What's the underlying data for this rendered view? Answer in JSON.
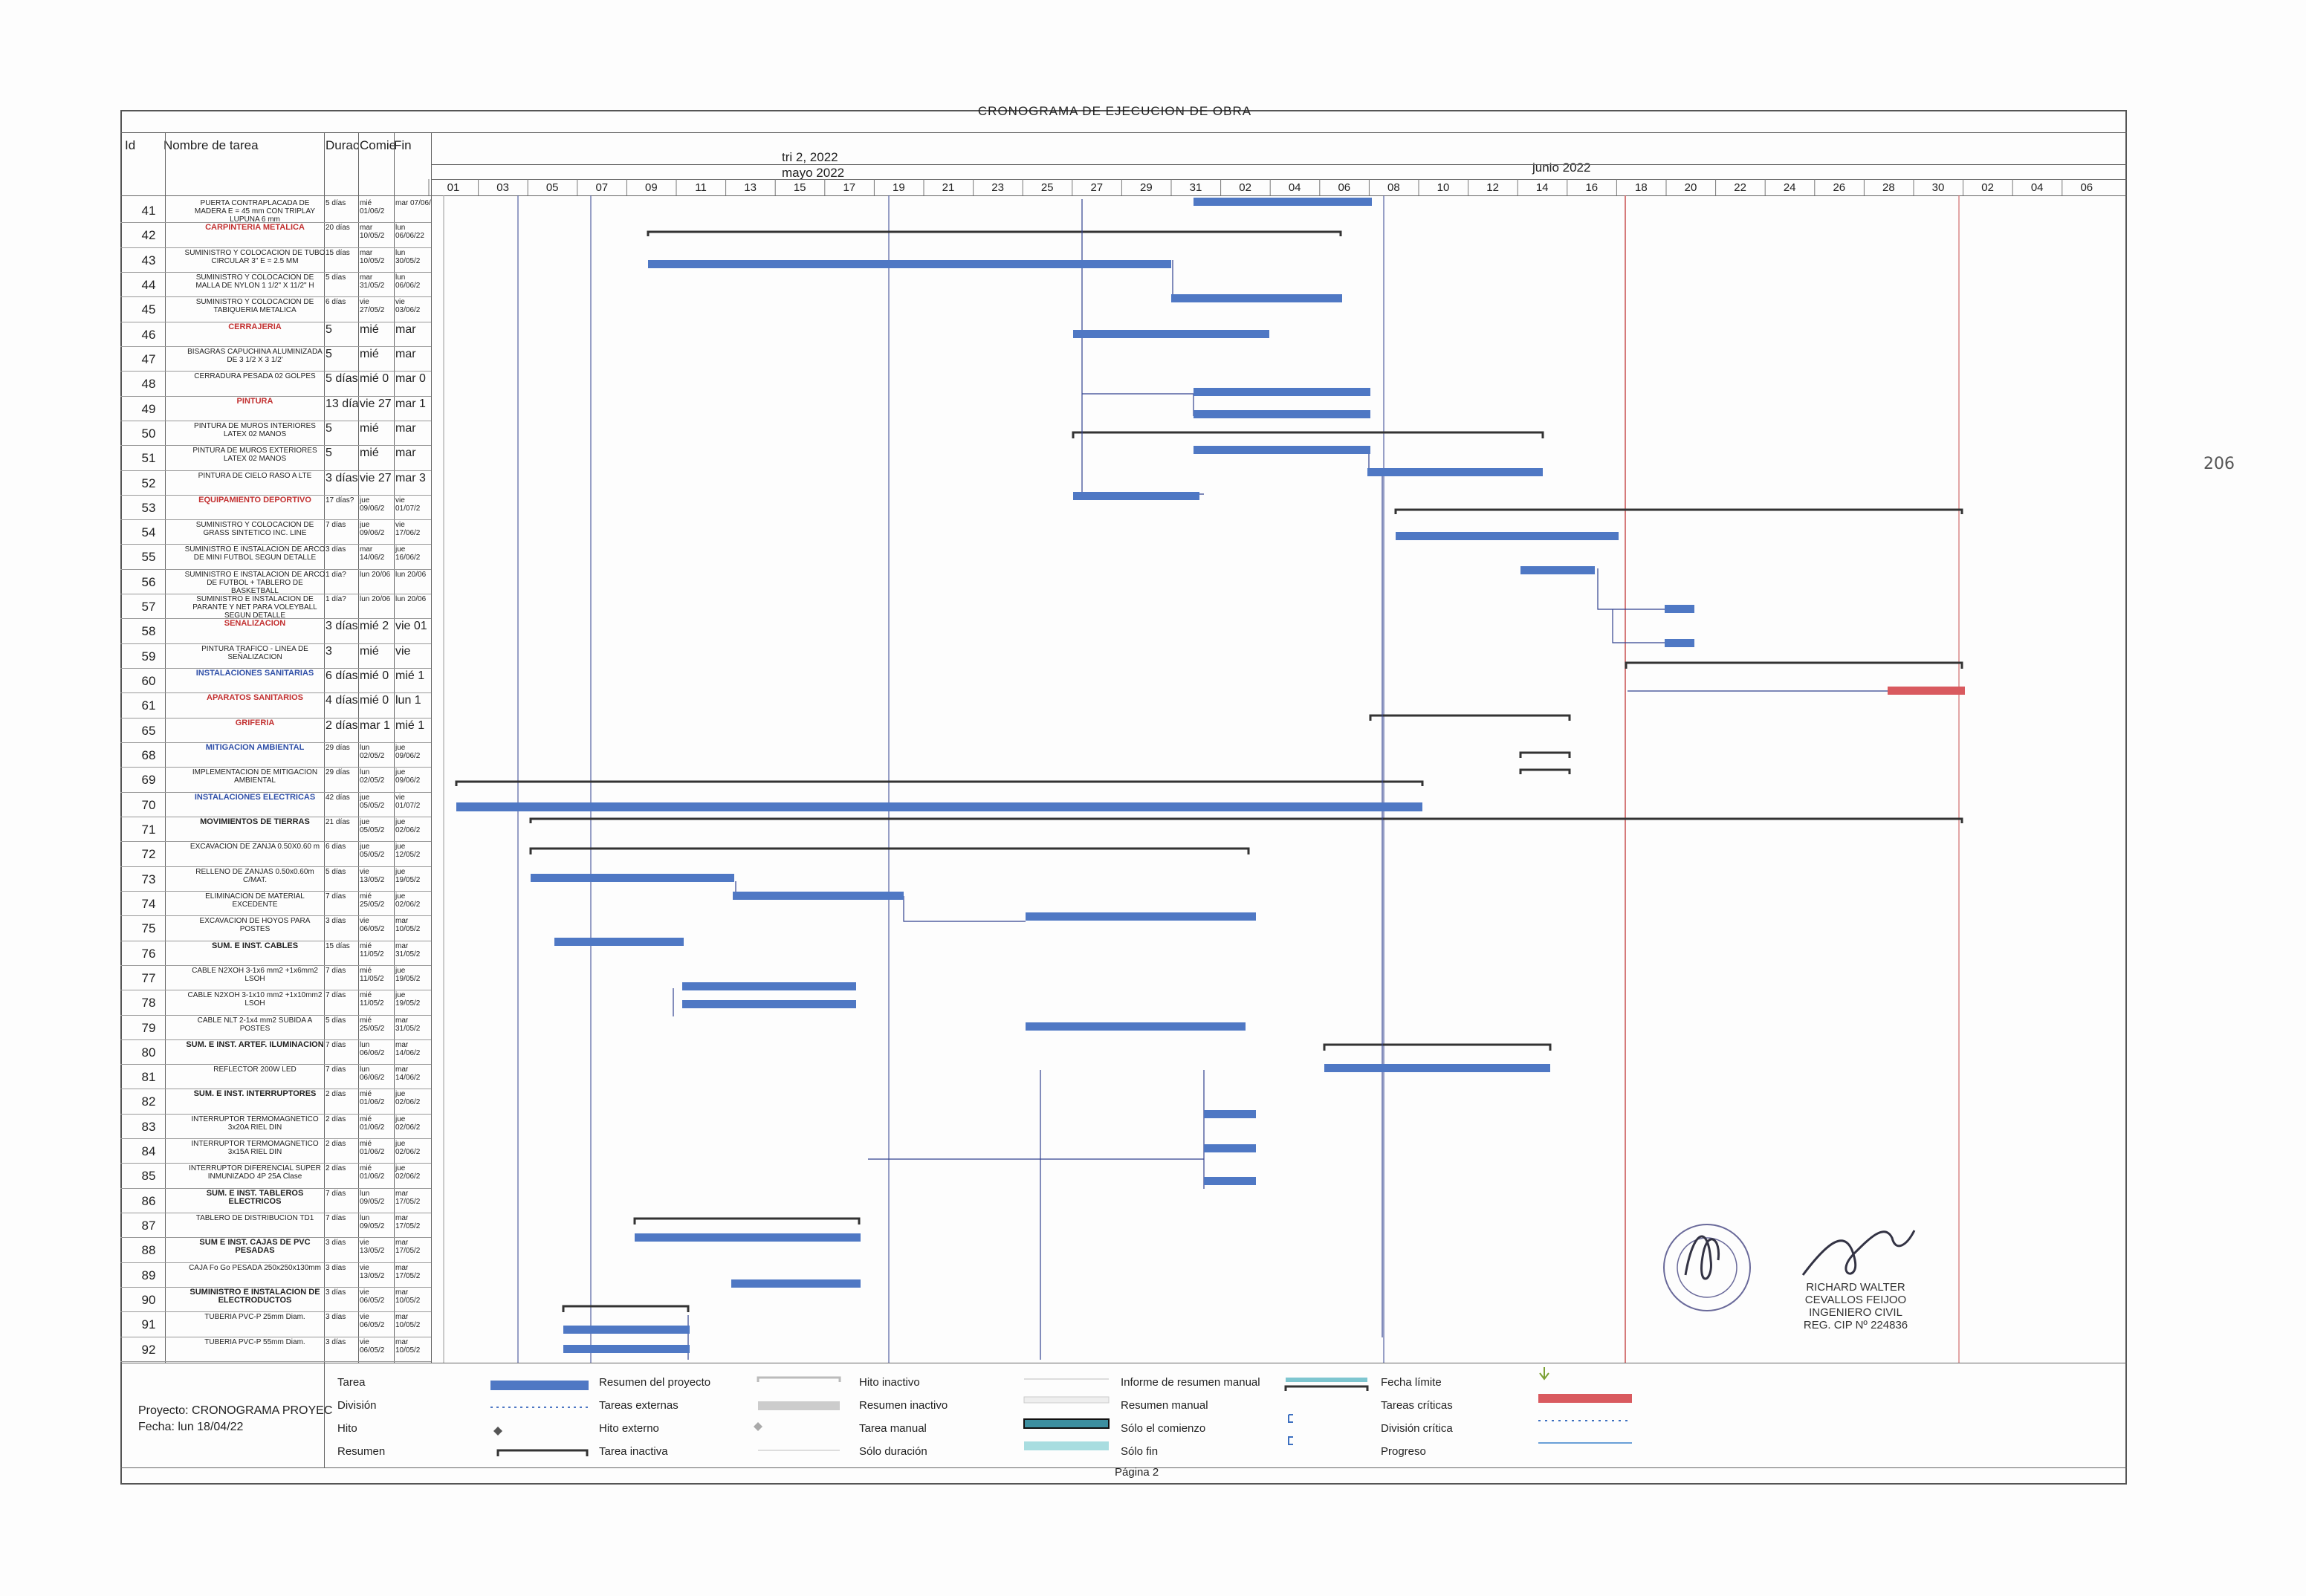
{
  "title": "CRONOGRAMA DE EJECUCION DE OBRA",
  "headers": {
    "id": "Id",
    "name": "Nombre de tarea",
    "duration": "Durac",
    "start": "Comie",
    "end": "Fin"
  },
  "timescale": {
    "quarter": "tri 2, 2022",
    "month_may": "mayo 2022",
    "month_june": "junio 2022",
    "ticks": [
      "01",
      "03",
      "05",
      "07",
      "09",
      "11",
      "13",
      "15",
      "17",
      "19",
      "21",
      "23",
      "25",
      "27",
      "29",
      "31",
      "02",
      "04",
      "06",
      "08",
      "10",
      "12",
      "14",
      "16",
      "18",
      "20",
      "22",
      "24",
      "26",
      "28",
      "30",
      "02",
      "04",
      "06"
    ]
  },
  "rows": [
    {
      "id": "41",
      "name": "PUERTA CONTRAPLACADA DE MADERA E = 45 mm CON TRIPLAY LUPUNA 6 mm",
      "dur": "5 días",
      "start": "mié 01/06/2",
      "end": "mar 07/06/"
    },
    {
      "id": "42",
      "name": "CARPINTERIA METALICA",
      "dur": "20 días",
      "start": "mar 10/05/2",
      "end": "lun 06/06/22",
      "type": "sum-red"
    },
    {
      "id": "43",
      "name": "SUMINISTRO Y COLOCACION DE TUBO CIRCULAR 3\" E = 2.5 MM",
      "dur": "15 días",
      "start": "mar 10/05/2",
      "end": "lun 30/05/2"
    },
    {
      "id": "44",
      "name": "SUMINISTRO Y COLOCACION DE MALLA DE NYLON 1 1/2\" X 11/2\" H",
      "dur": "5 días",
      "start": "mar 31/05/2",
      "end": "lun 06/06/2"
    },
    {
      "id": "45",
      "name": "SUMINISTRO Y COLOCACION DE TABIQUERIA METALICA",
      "dur": "6 días",
      "start": "vie 27/05/2",
      "end": "vie 03/06/2"
    },
    {
      "id": "46",
      "name": "CERRAJERIA",
      "dur": "5",
      "start": "mié",
      "end": "mar",
      "type": "sum-red"
    },
    {
      "id": "47",
      "name": "BISAGRAS CAPUCHINA ALUMINIZADA DE 3 1/2 X 3 1/2'",
      "dur": "5",
      "start": "mié",
      "end": "mar"
    },
    {
      "id": "48",
      "name": "CERRADURA PESADA 02 GOLPES",
      "dur": "5 días",
      "start": "mié 0",
      "end": "mar 0"
    },
    {
      "id": "49",
      "name": "PINTURA",
      "dur": "13 día",
      "start": "vie 27",
      "end": "mar 1",
      "type": "sum-red"
    },
    {
      "id": "50",
      "name": "PINTURA DE MUROS INTERIORES LATEX 02 MANOS",
      "dur": "5",
      "start": "mié",
      "end": "mar"
    },
    {
      "id": "51",
      "name": "PINTURA DE MUROS EXTERIORES LATEX 02 MANOS",
      "dur": "5",
      "start": "mié",
      "end": "mar"
    },
    {
      "id": "52",
      "name": "PINTURA DE CIELO RASO A LTE",
      "dur": "3 días",
      "start": "vie 27",
      "end": "mar 3"
    },
    {
      "id": "53",
      "name": "EQUIPAMIENTO DEPORTIVO",
      "dur": "17 días?",
      "start": "jue 09/06/2",
      "end": "vie 01/07/2",
      "type": "sum-red"
    },
    {
      "id": "54",
      "name": "SUMINISTRO Y COLOCACION DE GRASS SINTETICO INC. LINE",
      "dur": "7 días",
      "start": "jue 09/06/2",
      "end": "vie 17/06/2"
    },
    {
      "id": "55",
      "name": "SUMINISTRO E INSTALACION DE ARCO DE MINI FUTBOL SEGUN DETALLE",
      "dur": "3 días",
      "start": "mar 14/06/2",
      "end": "jue 16/06/2"
    },
    {
      "id": "56",
      "name": "SUMINISTRO E INSTALACION DE ARCO DE FUTBOL + TABLERO DE BASKETBALL",
      "dur": "1 día?",
      "start": "lun 20/06",
      "end": "lun 20/06"
    },
    {
      "id": "57",
      "name": "SUMINISTRO E INSTALACION DE PARANTE Y NET PARA VOLEYBALL SEGUN DETALLE",
      "dur": "1 día?",
      "start": "lun 20/06",
      "end": "lun 20/06"
    },
    {
      "id": "58",
      "name": "SEÑALIZACION",
      "dur": "3 días",
      "start": "mié 2",
      "end": "vie 01",
      "type": "sum-red"
    },
    {
      "id": "59",
      "name": "PINTURA TRAFICO - LINEA DE SEÑALIZACION",
      "dur": "3",
      "start": "mié",
      "end": "vie"
    },
    {
      "id": "60",
      "name": "INSTALACIONES SANITARIAS",
      "dur": "6 días",
      "start": "mié 0",
      "end": "mié 1",
      "type": "sum-blue"
    },
    {
      "id": "61",
      "name": "APARATOS SANITARIOS",
      "dur": "4 días",
      "start": "mié 0",
      "end": "lun 1",
      "type": "sum-red"
    },
    {
      "id": "65",
      "name": "GRIFERIA",
      "dur": "2 días",
      "start": "mar 1",
      "end": "mié 1",
      "type": "sum-red"
    },
    {
      "id": "68",
      "name": "MITIGACION AMBIENTAL",
      "dur": "29 días",
      "start": "lun 02/05/2",
      "end": "jue 09/06/2",
      "type": "sum-blue"
    },
    {
      "id": "69",
      "name": "IMPLEMENTACION DE MITIGACION AMBIENTAL",
      "dur": "29 días",
      "start": "lun 02/05/2",
      "end": "jue 09/06/2"
    },
    {
      "id": "70",
      "name": "INSTALACIONES ELECTRICAS",
      "dur": "42 días",
      "start": "jue 05/05/2",
      "end": "vie 01/07/2",
      "type": "sum-blue"
    },
    {
      "id": "71",
      "name": "MOVIMIENTOS DE TIERRAS",
      "dur": "21 días",
      "start": "jue 05/05/2",
      "end": "jue 02/06/2",
      "type": "sum"
    },
    {
      "id": "72",
      "name": "EXCAVACION DE ZANJA 0.50X0.60 m",
      "dur": "6 días",
      "start": "jue 05/05/2",
      "end": "jue 12/05/2"
    },
    {
      "id": "73",
      "name": "RELLENO DE ZANJAS 0.50x0.60m C/MAT.",
      "dur": "5 días",
      "start": "vie 13/05/2",
      "end": "jue 19/05/2"
    },
    {
      "id": "74",
      "name": "ELIMINACION DE MATERIAL EXCEDENTE",
      "dur": "7 días",
      "start": "mié 25/05/2",
      "end": "jue 02/06/2"
    },
    {
      "id": "75",
      "name": "EXCAVACION DE HOYOS PARA POSTES",
      "dur": "3 días",
      "start": "vie 06/05/2",
      "end": "mar 10/05/2"
    },
    {
      "id": "76",
      "name": "SUM. E INST. CABLES",
      "dur": "15 días",
      "start": "mié 11/05/2",
      "end": "mar 31/05/2",
      "type": "sum"
    },
    {
      "id": "77",
      "name": "CABLE N2XOH 3-1x6 mm2 +1x6mm2 LSOH",
      "dur": "7 días",
      "start": "mié 11/05/2",
      "end": "jue 19/05/2"
    },
    {
      "id": "78",
      "name": "CABLE N2XOH 3-1x10 mm2 +1x10mm2 LSOH",
      "dur": "7 días",
      "start": "mié 11/05/2",
      "end": "jue 19/05/2"
    },
    {
      "id": "79",
      "name": "CABLE NLT 2-1x4 mm2 SUBIDA A POSTES",
      "dur": "5 días",
      "start": "mié 25/05/2",
      "end": "mar 31/05/2"
    },
    {
      "id": "80",
      "name": "SUM. E INST. ARTEF. ILUMINACION",
      "dur": "7 días",
      "start": "lun 06/06/2",
      "end": "mar 14/06/2",
      "type": "sum"
    },
    {
      "id": "81",
      "name": "REFLECTOR 200W LED",
      "dur": "7 días",
      "start": "lun 06/06/2",
      "end": "mar 14/06/2"
    },
    {
      "id": "82",
      "name": "SUM. E INST. INTERRUPTORES",
      "dur": "2 días",
      "start": "mié 01/06/2",
      "end": "jue 02/06/2",
      "type": "sum"
    },
    {
      "id": "83",
      "name": "INTERRUPTOR TERMOMAGNETICO 3x20A RIEL DIN",
      "dur": "2 días",
      "start": "mié 01/06/2",
      "end": "jue 02/06/2"
    },
    {
      "id": "84",
      "name": "INTERRUPTOR TERMOMAGNETICO 3x15A RIEL DIN",
      "dur": "2 días",
      "start": "mié 01/06/2",
      "end": "jue 02/06/2"
    },
    {
      "id": "85",
      "name": "INTERRUPTOR DIFERENCIAL SUPER INMUNIZADO 4P 25A Clase",
      "dur": "2 días",
      "start": "mié 01/06/2",
      "end": "jue 02/06/2"
    },
    {
      "id": "86",
      "name": "SUM. E INST. TABLEROS ELECTRICOS",
      "dur": "7 días",
      "start": "lun 09/05/2",
      "end": "mar 17/05/2",
      "type": "sum"
    },
    {
      "id": "87",
      "name": "TABLERO DE DISTRIBUCION TD1",
      "dur": "7 días",
      "start": "lun 09/05/2",
      "end": "mar 17/05/2"
    },
    {
      "id": "88",
      "name": "SUM E INST. CAJAS DE PVC PESADAS",
      "dur": "3 días",
      "start": "vie 13/05/2",
      "end": "mar 17/05/2",
      "type": "sum"
    },
    {
      "id": "89",
      "name": "CAJA Fo Go PESADA 250x250x130mm",
      "dur": "3 días",
      "start": "vie 13/05/2",
      "end": "mar 17/05/2"
    },
    {
      "id": "90",
      "name": "SUMINISTRO E INSTALACION DE ELECTRODUCTOS",
      "dur": "3 días",
      "start": "vie 06/05/2",
      "end": "mar 10/05/2",
      "type": "sum"
    },
    {
      "id": "91",
      "name": "TUBERIA PVC-P 25mm Diam.",
      "dur": "3 días",
      "start": "vie 06/05/2",
      "end": "mar 10/05/2"
    },
    {
      "id": "92",
      "name": "TUBERIA PVC-P 55mm Diam.",
      "dur": "3 días",
      "start": "vie 06/05/2",
      "end": "mar 10/05/2"
    }
  ],
  "project": {
    "line1": "Proyecto: CRONOGRAMA PROYEC",
    "line2": "Fecha: lun 18/04/22"
  },
  "legend": {
    "col1": [
      "Tarea",
      "División",
      "Hito",
      "Resumen"
    ],
    "col2": [
      "Resumen del proyecto",
      "Tareas externas",
      "Hito externo",
      "Tarea inactiva"
    ],
    "col3": [
      "Hito inactivo",
      "Resumen inactivo",
      "Tarea manual",
      "Sólo duración"
    ],
    "col4": [
      "Informe de resumen manual",
      "Resumen manual",
      "Sólo el comienzo",
      "Sólo fin"
    ],
    "col5": [
      "Fecha límite",
      "Tareas críticas",
      "División crítica",
      "Progreso"
    ]
  },
  "page": "Página 2",
  "signature": {
    "line1": "RICHARD WALTER",
    "line2": "CEVALLOS FEIJOO",
    "line3": "INGENIERO CIVIL",
    "line4": "REG. CIP Nº 224836"
  },
  "folio": "206",
  "colors": {
    "task_bar": "#4f78c4",
    "critical_bar": "#d95a5f",
    "summary_bar": "#333333",
    "link": "#31418f",
    "deadline": "#c85050"
  }
}
